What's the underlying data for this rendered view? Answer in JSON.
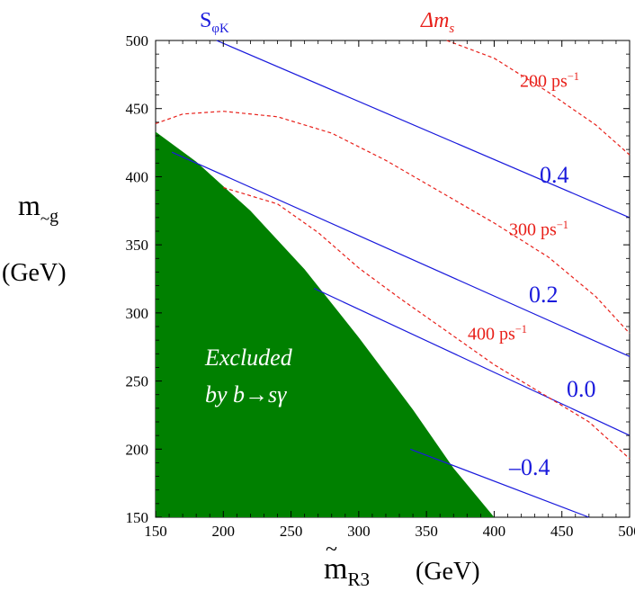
{
  "chart_data": {
    "type": "line",
    "xlim": [
      150,
      500
    ],
    "ylim": [
      150,
      500
    ],
    "xticks": [
      "150",
      "200",
      "250",
      "300",
      "350",
      "400",
      "450",
      "500"
    ],
    "yticks": [
      "150",
      "200",
      "250",
      "300",
      "350",
      "400",
      "450",
      "500"
    ],
    "xlabel": {
      "main": "m",
      "sub": "R3",
      "unit": "(GeV)"
    },
    "ylabel": {
      "main": "m",
      "sub": "g",
      "unit": "(GeV)"
    },
    "grid": false,
    "legend_titles": [
      {
        "main": "S",
        "sub": "φK",
        "color": "#1a1adc"
      },
      {
        "main": "Δm",
        "sub": "s",
        "color": "#e8201a"
      }
    ],
    "series": [
      {
        "name": "0.4",
        "color": "#1a1adc",
        "style": "solid",
        "points": [
          [
            195,
            500
          ],
          [
            500,
            370
          ]
        ]
      },
      {
        "name": "0.2",
        "color": "#1a1adc",
        "style": "solid",
        "points": [
          [
            162,
            418
          ],
          [
            500,
            268
          ]
        ]
      },
      {
        "name": "0.0",
        "color": "#1a1adc",
        "style": "solid",
        "points": [
          [
            267,
            318
          ],
          [
            500,
            210
          ]
        ]
      },
      {
        "name": "–0.4",
        "color": "#1a1adc",
        "style": "solid",
        "points": [
          [
            338,
            200
          ],
          [
            470,
            150
          ]
        ]
      },
      {
        "name": "200 ps",
        "sup": "−1",
        "color": "#e8201a",
        "style": "dashed",
        "points": [
          [
            365,
            500
          ],
          [
            400,
            487
          ],
          [
            440,
            462
          ],
          [
            475,
            438
          ],
          [
            500,
            416
          ]
        ]
      },
      {
        "name": "300 ps",
        "sup": "−1",
        "color": "#e8201a",
        "style": "dashed",
        "points": [
          [
            150,
            439
          ],
          [
            170,
            446
          ],
          [
            200,
            448
          ],
          [
            240,
            444
          ],
          [
            280,
            432
          ],
          [
            320,
            412
          ],
          [
            360,
            389
          ],
          [
            400,
            366
          ],
          [
            440,
            341
          ],
          [
            475,
            312
          ],
          [
            500,
            285
          ]
        ]
      },
      {
        "name": "400 ps",
        "sup": "−1",
        "color": "#e8201a",
        "style": "dashed",
        "points": [
          [
            200,
            392
          ],
          [
            240,
            380
          ],
          [
            270,
            359
          ],
          [
            300,
            333
          ],
          [
            330,
            311
          ],
          [
            360,
            290
          ],
          [
            400,
            262
          ],
          [
            440,
            238
          ],
          [
            470,
            220
          ],
          [
            500,
            193
          ]
        ]
      }
    ],
    "excluded_region": {
      "label_line1": "Excluded",
      "label_line2": "by b→sγ",
      "color": "#008000",
      "boundary": [
        [
          150,
          150
        ],
        [
          150,
          433
        ],
        [
          180,
          411
        ],
        [
          220,
          375
        ],
        [
          260,
          332
        ],
        [
          300,
          282
        ],
        [
          340,
          229
        ],
        [
          370,
          186
        ],
        [
          400,
          150
        ]
      ]
    }
  }
}
